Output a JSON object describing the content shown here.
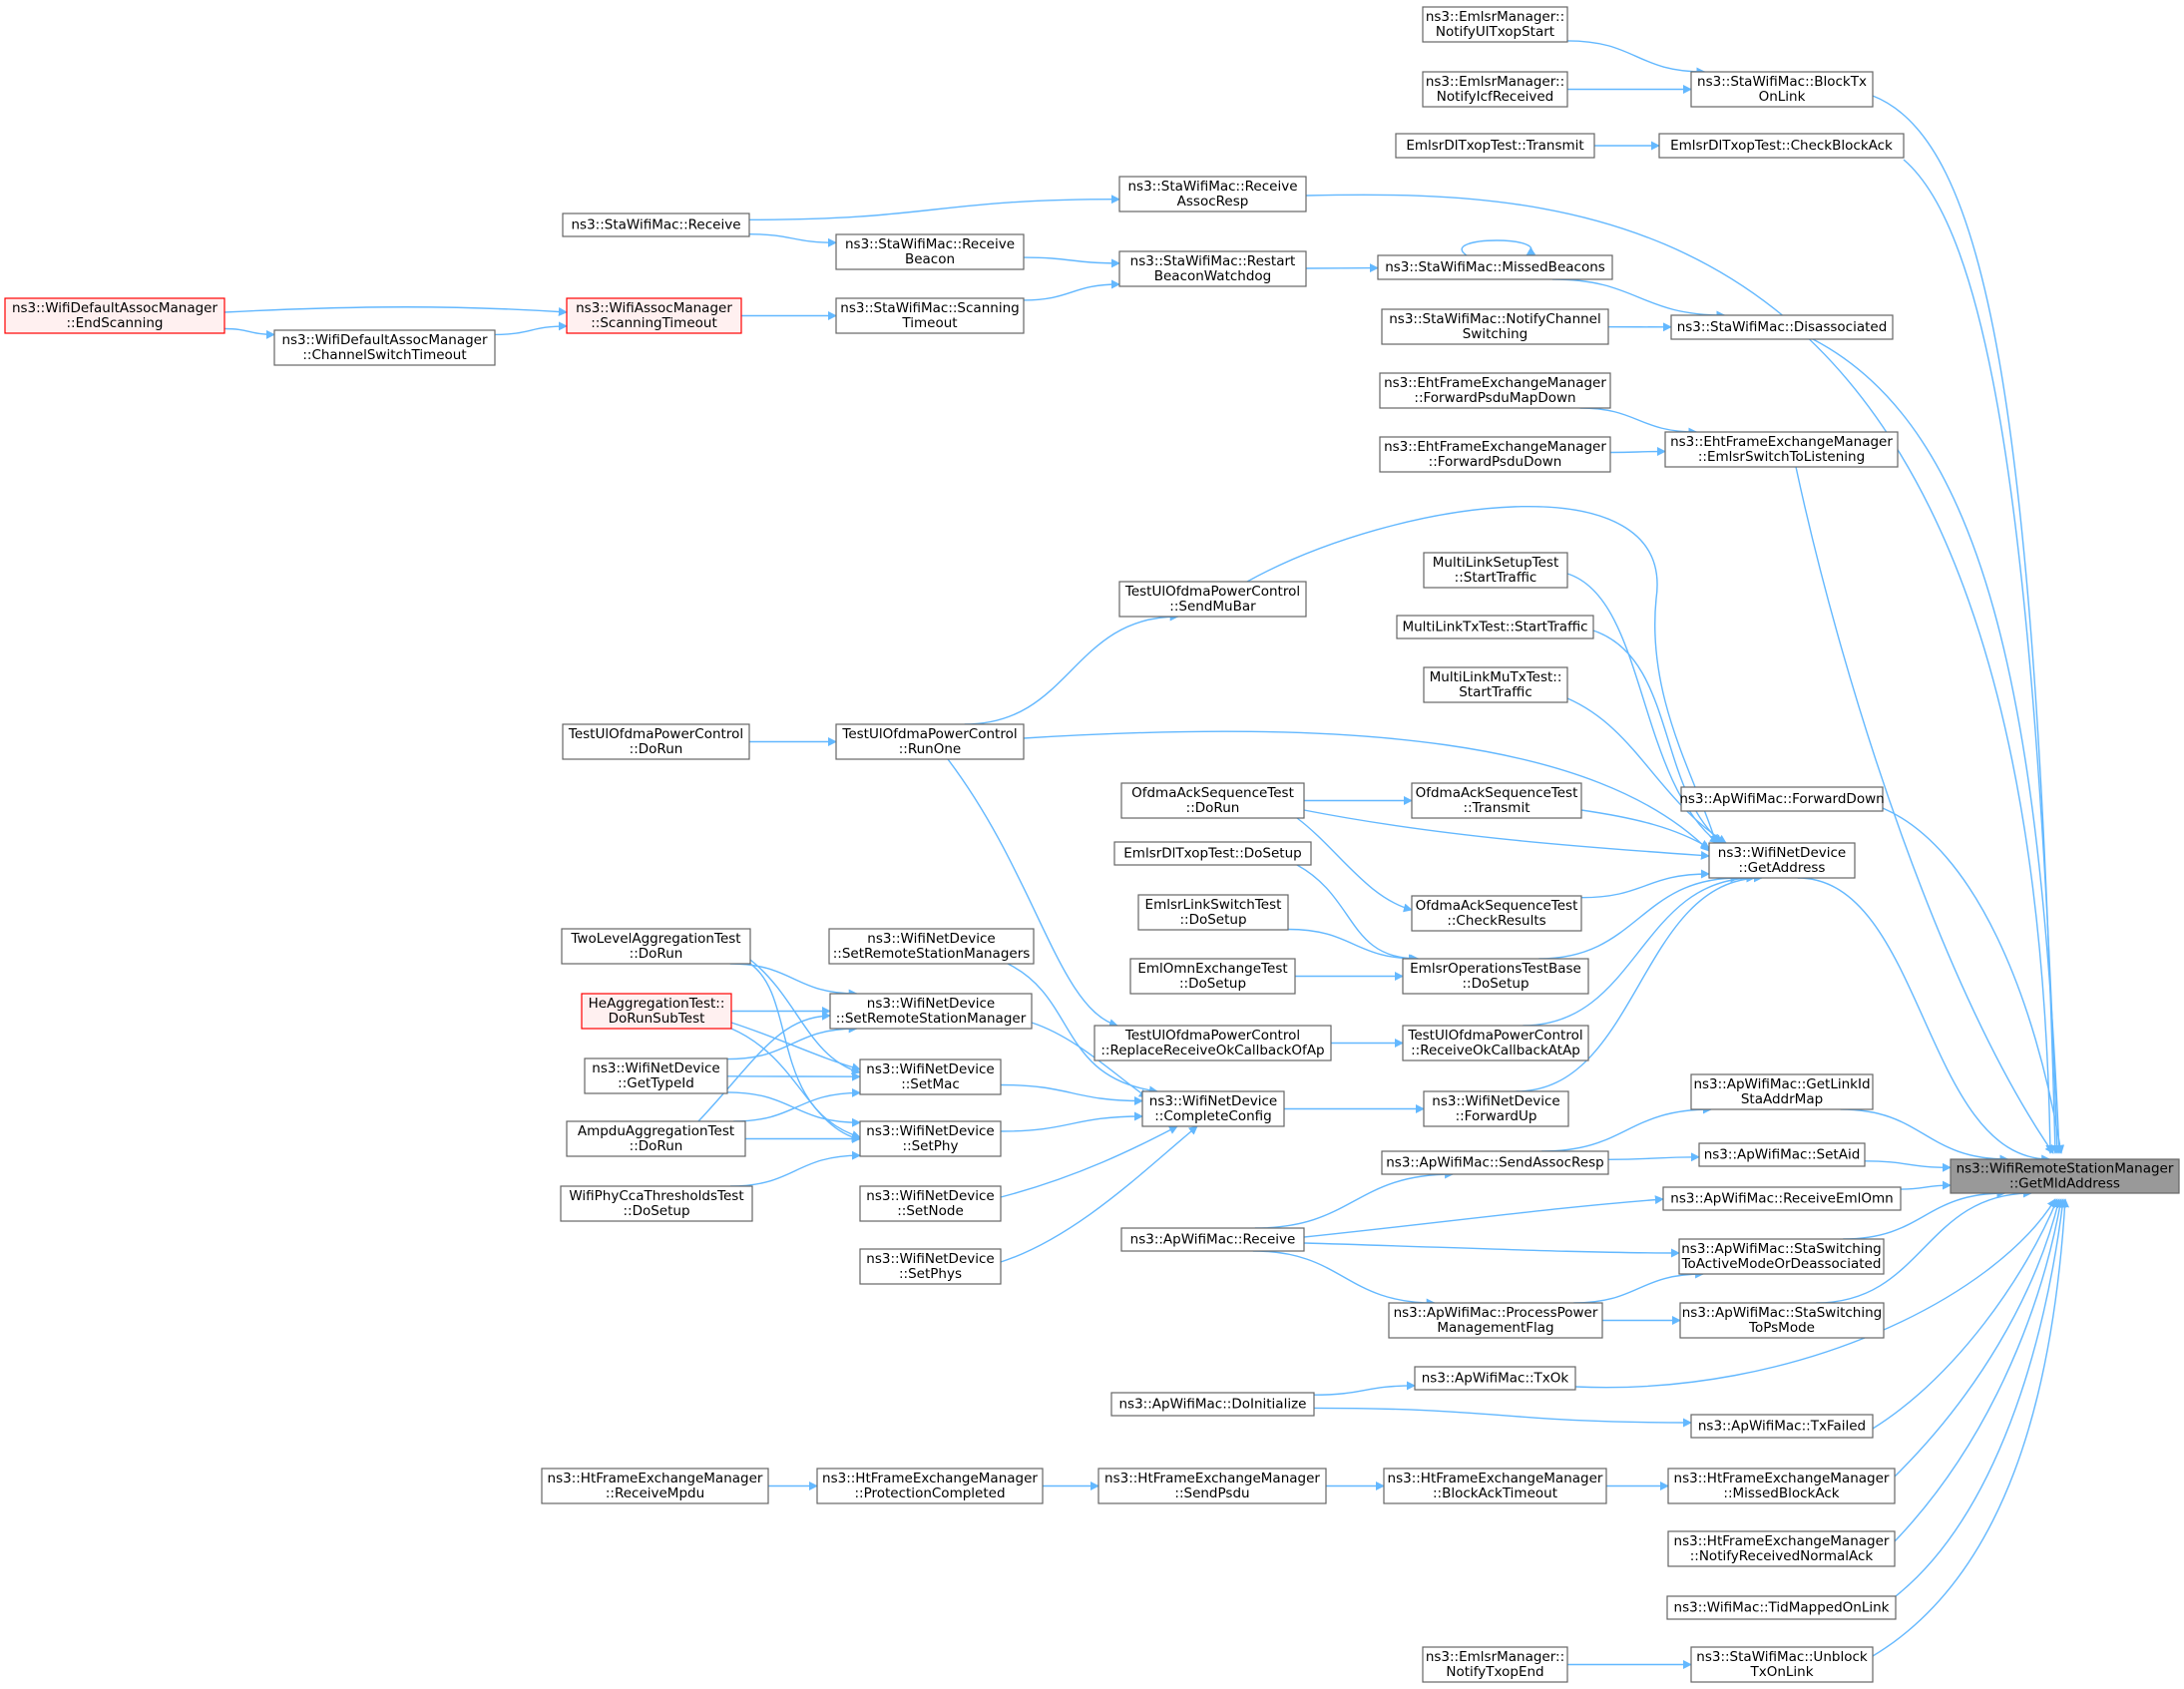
{
  "colors": {
    "edge": "#63b8ff",
    "node_border": "#666666",
    "node_fill": "#ffffff",
    "root_fill": "#999999",
    "trunc_border": "#ff0000",
    "trunc_fill": "#fff0f0"
  },
  "nodes": [
    {
      "id": "root",
      "lines": [
        "ns3::WifiRemoteStationManager",
        "::GetMldAddress"
      ],
      "style": "root"
    },
    {
      "id": "ap_fwd_down",
      "lines": [
        "ns3::ApWifiMac::ForwardDown"
      ]
    },
    {
      "id": "ap_getlinkid",
      "lines": [
        "ns3::ApWifiMac::GetLinkId",
        "StaAddrMap"
      ]
    },
    {
      "id": "ap_recv_emlomn",
      "lines": [
        "ns3::ApWifiMac::ReceiveEmlOmn"
      ]
    },
    {
      "id": "ap_setaid",
      "lines": [
        "ns3::ApWifiMac::SetAid"
      ]
    },
    {
      "id": "ap_sta_active",
      "lines": [
        "ns3::ApWifiMac::StaSwitching",
        "ToActiveModeOrDeassociated"
      ]
    },
    {
      "id": "ap_sta_ps",
      "lines": [
        "ns3::ApWifiMac::StaSwitching",
        "ToPsMode"
      ]
    },
    {
      "id": "ap_txfailed",
      "lines": [
        "ns3::ApWifiMac::TxFailed"
      ]
    },
    {
      "id": "ap_txok",
      "lines": [
        "ns3::ApWifiMac::TxOk"
      ]
    },
    {
      "id": "eht_switch_listen",
      "lines": [
        "ns3::EhtFrameExchangeManager",
        "::EmlsrSwitchToListening"
      ]
    },
    {
      "id": "ht_missed_ba",
      "lines": [
        "ns3::HtFrameExchangeManager",
        "::MissedBlockAck"
      ]
    },
    {
      "id": "ht_notify_normal",
      "lines": [
        "ns3::HtFrameExchangeManager",
        "::NotifyReceivedNormalAck"
      ]
    },
    {
      "id": "sta_blocktx",
      "lines": [
        "ns3::StaWifiMac::BlockTx",
        "OnLink"
      ]
    },
    {
      "id": "sta_disassoc",
      "lines": [
        "ns3::StaWifiMac::Disassociated"
      ]
    },
    {
      "id": "sta_recv_assoc",
      "lines": [
        "ns3::StaWifiMac::Receive",
        "AssocResp"
      ]
    },
    {
      "id": "sta_unblock",
      "lines": [
        "ns3::StaWifiMac::Unblock",
        "TxOnLink"
      ]
    },
    {
      "id": "wm_tid_mapped",
      "lines": [
        "ns3::WifiMac::TidMappedOnLink"
      ]
    },
    {
      "id": "nd_getaddress",
      "lines": [
        "ns3::WifiNetDevice",
        "::GetAddress"
      ]
    },
    {
      "id": "ap_receive",
      "lines": [
        "ns3::ApWifiMac::Receive"
      ]
    },
    {
      "id": "ap_send_assoc",
      "lines": [
        "ns3::ApWifiMac::SendAssocResp"
      ]
    },
    {
      "id": "ap_process_power",
      "lines": [
        "ns3::ApWifiMac::ProcessPower",
        "ManagementFlag"
      ]
    },
    {
      "id": "ap_doinit",
      "lines": [
        "ns3::ApWifiMac::DoInitialize"
      ]
    },
    {
      "id": "eht_fwd_map",
      "lines": [
        "ns3::EhtFrameExchangeManager",
        "::ForwardPsduMapDown"
      ]
    },
    {
      "id": "eht_fwd_down",
      "lines": [
        "ns3::EhtFrameExchangeManager",
        "::ForwardPsduDown"
      ]
    },
    {
      "id": "ht_ba_timeout",
      "lines": [
        "ns3::HtFrameExchangeManager",
        "::BlockAckTimeout"
      ]
    },
    {
      "id": "ht_sendpsdu",
      "lines": [
        "ns3::HtFrameExchangeManager",
        "::SendPsdu"
      ]
    },
    {
      "id": "ht_prot_completed",
      "lines": [
        "ns3::HtFrameExchangeManager",
        "::ProtectionCompleted"
      ]
    },
    {
      "id": "ht_recv_mpdu",
      "lines": [
        "ns3::HtFrameExchangeManager",
        "::ReceiveMpdu"
      ]
    },
    {
      "id": "emlsr_ul_start",
      "lines": [
        "ns3::EmlsrManager::",
        "NotifyUlTxopStart"
      ]
    },
    {
      "id": "emlsr_icf",
      "lines": [
        "ns3::EmlsrManager::",
        "NotifyIcfReceived"
      ]
    },
    {
      "id": "emlsr_dl_checkba",
      "lines": [
        "EmlsrDlTxopTest::CheckBlockAck"
      ]
    },
    {
      "id": "emlsr_dl_transmit",
      "lines": [
        "EmlsrDlTxopTest::Transmit"
      ]
    },
    {
      "id": "sta_missed_beacons",
      "lines": [
        "ns3::StaWifiMac::MissedBeacons"
      ]
    },
    {
      "id": "sta_notify_channel",
      "lines": [
        "ns3::StaWifiMac::NotifyChannel",
        "Switching"
      ]
    },
    {
      "id": "sta_receive",
      "lines": [
        "ns3::StaWifiMac::Receive"
      ]
    },
    {
      "id": "sta_restart_bw",
      "lines": [
        "ns3::StaWifiMac::Restart",
        "BeaconWatchdog"
      ]
    },
    {
      "id": "sta_recv_beacon",
      "lines": [
        "ns3::StaWifiMac::Receive",
        "Beacon"
      ]
    },
    {
      "id": "sta_scan_timeout",
      "lines": [
        "ns3::StaWifiMac::Scanning",
        "Timeout"
      ]
    },
    {
      "id": "assoc_scan_timeout",
      "lines": [
        "ns3::WifiAssocManager",
        "::ScanningTimeout"
      ],
      "style": "trunc"
    },
    {
      "id": "def_end_scanning",
      "lines": [
        "ns3::WifiDefaultAssocManager",
        "::EndScanning"
      ],
      "style": "trunc"
    },
    {
      "id": "def_ch_switch_timeout",
      "lines": [
        "ns3::WifiDefaultAssocManager",
        "::ChannelSwitchTimeout"
      ]
    },
    {
      "id": "emlsr_txop_end",
      "lines": [
        "ns3::EmlsrManager::",
        "NotifyTxopEnd"
      ]
    },
    {
      "id": "emlsr_ops_dosetup",
      "lines": [
        "EmlsrOperationsTestBase",
        "::DoSetup"
      ]
    },
    {
      "id": "emlsr_dl_dosetup",
      "lines": [
        "EmlsrDlTxopTest::DoSetup"
      ]
    },
    {
      "id": "emlsr_link_dosetup",
      "lines": [
        "EmlsrLinkSwitchTest",
        "::DoSetup"
      ]
    },
    {
      "id": "emlomn_dosetup",
      "lines": [
        "EmlOmnExchangeTest",
        "::DoSetup"
      ]
    },
    {
      "id": "mls_start",
      "lines": [
        "MultiLinkSetupTest",
        "::StartTraffic"
      ]
    },
    {
      "id": "mlmu_start",
      "lines": [
        "MultiLinkMuTxTest::",
        "StartTraffic"
      ]
    },
    {
      "id": "mltx_start",
      "lines": [
        "MultiLinkTxTest::StartTraffic"
      ]
    },
    {
      "id": "ofdma_checkresults",
      "lines": [
        "OfdmaAckSequenceTest",
        "::CheckResults"
      ]
    },
    {
      "id": "ofdma_dorun",
      "lines": [
        "OfdmaAckSequenceTest",
        "::DoRun"
      ]
    },
    {
      "id": "ofdma_transmit",
      "lines": [
        "OfdmaAckSequenceTest",
        "::Transmit"
      ]
    },
    {
      "id": "ul_recv_ok_ap",
      "lines": [
        "TestUlOfdmaPowerControl",
        "::ReceiveOkCallbackAtAp"
      ]
    },
    {
      "id": "nd_completeconfig",
      "lines": [
        "ns3::WifiNetDevice",
        "::CompleteConfig"
      ]
    },
    {
      "id": "ul_replace_cb",
      "lines": [
        "TestUlOfdmaPowerControl",
        "::ReplaceReceiveOkCallbackOfAp"
      ]
    },
    {
      "id": "ul_runone",
      "lines": [
        "TestUlOfdmaPowerControl",
        "::RunOne"
      ]
    },
    {
      "id": "ul_dorun",
      "lines": [
        "TestUlOfdmaPowerControl",
        "::DoRun"
      ]
    },
    {
      "id": "ul_sendmubar",
      "lines": [
        "TestUlOfdmaPowerControl",
        "::SendMuBar"
      ]
    },
    {
      "id": "nd_setmac",
      "lines": [
        "ns3::WifiNetDevice",
        "::SetMac"
      ]
    },
    {
      "id": "nd_setnode",
      "lines": [
        "ns3::WifiNetDevice",
        "::SetNode"
      ]
    },
    {
      "id": "nd_setphy",
      "lines": [
        "ns3::WifiNetDevice",
        "::SetPhy"
      ]
    },
    {
      "id": "nd_setphys",
      "lines": [
        "ns3::WifiNetDevice",
        "::SetPhys"
      ]
    },
    {
      "id": "nd_setrsm",
      "lines": [
        "ns3::WifiNetDevice",
        "::SetRemoteStationManager"
      ]
    },
    {
      "id": "nd_setrsms",
      "lines": [
        "ns3::WifiNetDevice",
        "::SetRemoteStationManagers"
      ]
    },
    {
      "id": "ampdu_dorun",
      "lines": [
        "AmpduAggregationTest",
        "::DoRun"
      ]
    },
    {
      "id": "he_dorunsubtest",
      "lines": [
        "HeAggregationTest::",
        "DoRunSubTest"
      ],
      "style": "trunc"
    },
    {
      "id": "nd_gettypeid",
      "lines": [
        "ns3::WifiNetDevice",
        "::GetTypeId"
      ]
    },
    {
      "id": "twolevel_dorun",
      "lines": [
        "TwoLevelAggregationTest",
        "::DoRun"
      ]
    },
    {
      "id": "phycca_dosetup",
      "lines": [
        "WifiPhyCcaThresholdsTest",
        "::DoSetup"
      ]
    },
    {
      "id": "nd_forwardup",
      "lines": [
        "ns3::WifiNetDevice",
        "::ForwardUp"
      ]
    }
  ],
  "edges": [
    [
      "ap_fwd_down",
      "root"
    ],
    [
      "ap_getlinkid",
      "root"
    ],
    [
      "ap_recv_emlomn",
      "root"
    ],
    [
      "ap_setaid",
      "root"
    ],
    [
      "ap_sta_active",
      "root"
    ],
    [
      "ap_sta_ps",
      "root"
    ],
    [
      "ap_txfailed",
      "root"
    ],
    [
      "ap_txok",
      "root"
    ],
    [
      "eht_switch_listen",
      "root"
    ],
    [
      "ht_missed_ba",
      "root"
    ],
    [
      "ht_notify_normal",
      "root"
    ],
    [
      "sta_blocktx",
      "root"
    ],
    [
      "sta_disassoc",
      "root"
    ],
    [
      "sta_recv_assoc",
      "root"
    ],
    [
      "sta_unblock",
      "root"
    ],
    [
      "wm_tid_mapped",
      "root"
    ],
    [
      "nd_getaddress",
      "root"
    ],
    [
      "ap_send_assoc",
      "ap_getlinkid"
    ],
    [
      "ap_receive",
      "ap_recv_emlomn"
    ],
    [
      "ap_send_assoc",
      "ap_setaid"
    ],
    [
      "ap_receive",
      "ap_sta_active"
    ],
    [
      "ap_process_power",
      "ap_sta_active"
    ],
    [
      "ap_process_power",
      "ap_sta_ps"
    ],
    [
      "ap_doinit",
      "ap_txfailed"
    ],
    [
      "ap_doinit",
      "ap_txok"
    ],
    [
      "ap_receive",
      "ap_send_assoc"
    ],
    [
      "ap_receive",
      "ap_process_power"
    ],
    [
      "eht_fwd_map",
      "eht_switch_listen"
    ],
    [
      "eht_fwd_down",
      "eht_switch_listen"
    ],
    [
      "ht_ba_timeout",
      "ht_missed_ba"
    ],
    [
      "ht_sendpsdu",
      "ht_ba_timeout"
    ],
    [
      "ht_prot_completed",
      "ht_sendpsdu"
    ],
    [
      "ht_recv_mpdu",
      "ht_prot_completed"
    ],
    [
      "emlsr_ul_start",
      "sta_blocktx"
    ],
    [
      "emlsr_icf",
      "sta_blocktx"
    ],
    [
      "emlsr_dl_checkba",
      "root"
    ],
    [
      "emlsr_dl_transmit",
      "emlsr_dl_checkba"
    ],
    [
      "sta_missed_beacons",
      "sta_disassoc"
    ],
    [
      "sta_notify_channel",
      "sta_disassoc"
    ],
    [
      "sta_missed_beacons",
      "sta_missed_beacons"
    ],
    [
      "sta_restart_bw",
      "sta_missed_beacons"
    ],
    [
      "sta_receive",
      "sta_recv_assoc"
    ],
    [
      "sta_receive",
      "sta_recv_beacon"
    ],
    [
      "sta_recv_beacon",
      "sta_restart_bw"
    ],
    [
      "sta_scan_timeout",
      "sta_restart_bw"
    ],
    [
      "assoc_scan_timeout",
      "sta_scan_timeout"
    ],
    [
      "def_end_scanning",
      "assoc_scan_timeout"
    ],
    [
      "def_ch_switch_timeout",
      "assoc_scan_timeout"
    ],
    [
      "def_end_scanning",
      "def_ch_switch_timeout"
    ],
    [
      "emlsr_txop_end",
      "sta_unblock"
    ],
    [
      "emlsr_ops_dosetup",
      "nd_getaddress"
    ],
    [
      "emlsr_dl_dosetup",
      "emlsr_ops_dosetup"
    ],
    [
      "emlsr_link_dosetup",
      "emlsr_ops_dosetup"
    ],
    [
      "emlomn_dosetup",
      "emlsr_ops_dosetup"
    ],
    [
      "mls_start",
      "nd_getaddress"
    ],
    [
      "mlmu_start",
      "nd_getaddress"
    ],
    [
      "mltx_start",
      "nd_getaddress"
    ],
    [
      "ofdma_checkresults",
      "nd_getaddress"
    ],
    [
      "ofdma_dorun",
      "nd_getaddress"
    ],
    [
      "ofdma_transmit",
      "nd_getaddress"
    ],
    [
      "ofdma_dorun",
      "ofdma_checkresults"
    ],
    [
      "ofdma_dorun",
      "ofdma_transmit"
    ],
    [
      "ul_recv_ok_ap",
      "nd_getaddress"
    ],
    [
      "ul_replace_cb",
      "ul_recv_ok_ap"
    ],
    [
      "ul_runone",
      "ul_replace_cb"
    ],
    [
      "ul_runone",
      "nd_getaddress"
    ],
    [
      "ul_dorun",
      "ul_runone"
    ],
    [
      "ul_sendmubar",
      "nd_getaddress"
    ],
    [
      "ul_runone",
      "ul_sendmubar"
    ],
    [
      "nd_forwardup",
      "nd_getaddress"
    ],
    [
      "nd_completeconfig",
      "nd_forwardup"
    ],
    [
      "nd_setmac",
      "nd_completeconfig"
    ],
    [
      "nd_setnode",
      "nd_completeconfig"
    ],
    [
      "nd_setphy",
      "nd_completeconfig"
    ],
    [
      "nd_setphys",
      "nd_completeconfig"
    ],
    [
      "nd_setrsm",
      "nd_completeconfig"
    ],
    [
      "nd_setrsms",
      "nd_completeconfig"
    ],
    [
      "ampdu_dorun",
      "nd_setmac"
    ],
    [
      "he_dorunsubtest",
      "nd_setmac"
    ],
    [
      "nd_gettypeid",
      "nd_setmac"
    ],
    [
      "twolevel_dorun",
      "nd_setmac"
    ],
    [
      "ampdu_dorun",
      "nd_setphy"
    ],
    [
      "he_dorunsubtest",
      "nd_setphy"
    ],
    [
      "nd_gettypeid",
      "nd_setphy"
    ],
    [
      "twolevel_dorun",
      "nd_setphy"
    ],
    [
      "phycca_dosetup",
      "nd_setphy"
    ],
    [
      "ampdu_dorun",
      "nd_setrsm"
    ],
    [
      "he_dorunsubtest",
      "nd_setrsm"
    ],
    [
      "nd_gettypeid",
      "nd_setrsm"
    ],
    [
      "twolevel_dorun",
      "nd_setrsm"
    ]
  ]
}
